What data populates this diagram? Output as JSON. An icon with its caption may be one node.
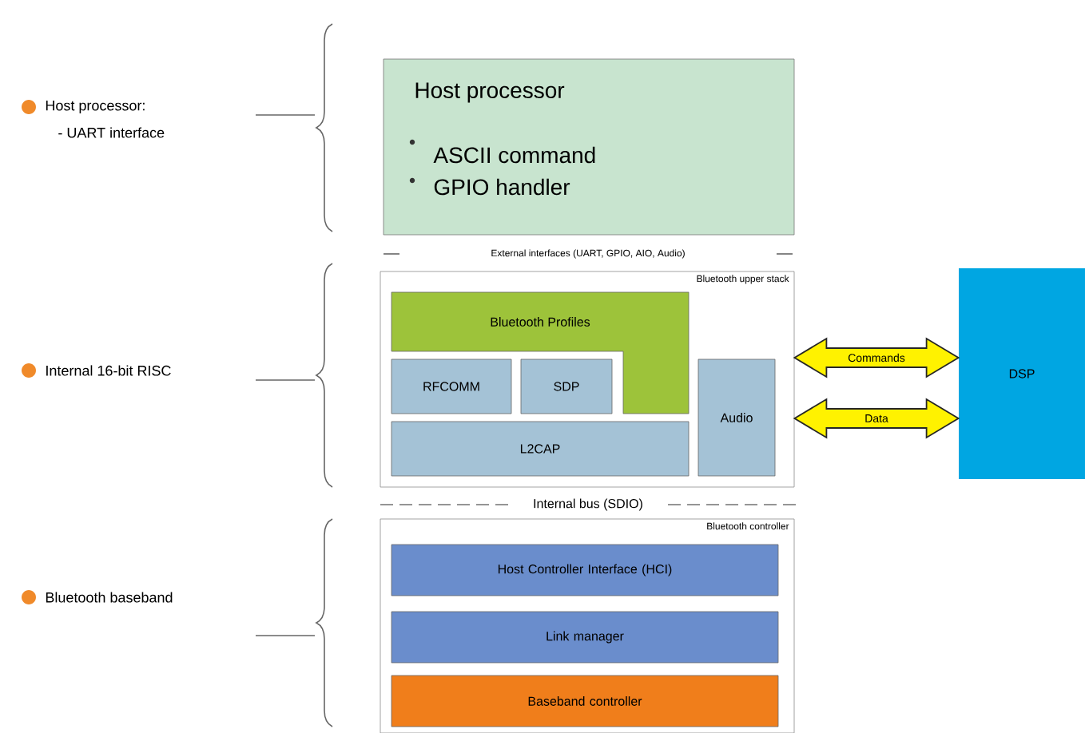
{
  "diagram": {
    "nodes": [
      {
        "text": [
          "Host processor",
          "ASCII command",
          "GPIO handler"
        ]
      },
      {
        "text": [
          "Bluetooth upper stack"
        ]
      },
      {
        "text": [
          "Bluetooth Profiles"
        ],
        "in": 1
      },
      {
        "text": [
          "RFCOMM"
        ],
        "in": 1
      },
      {
        "text": [
          "SDP"
        ],
        "in": 1
      },
      {
        "text": [
          "L2CAP"
        ],
        "in": 1
      },
      {
        "text": [
          "Audio"
        ],
        "in": 1
      },
      {
        "text": [
          "DSP"
        ]
      },
      {
        "text": [
          "Bluetooth controller"
        ]
      },
      {
        "text": [
          "Host Controller Interface (HCI)"
        ],
        "in": 8
      },
      {
        "text": [
          "Link manager"
        ],
        "in": 8
      },
      {
        "text": [
          "Baseband controller"
        ],
        "in": 8
      }
    ],
    "edges": [
      {
        "from": 1,
        "to": 7,
        "arrow": "both",
        "label": "Commands"
      },
      {
        "from": 1,
        "to": 7,
        "arrow": "both",
        "label": "Data"
      }
    ],
    "labels": [
      "Host processor:",
      "- UART interface",
      "External interfaces (UART, GPIO, AIO, Audio)",
      "Internal 16-bit RISC",
      "Internal bus (SDIO)",
      "Bluetooth baseband"
    ]
  }
}
